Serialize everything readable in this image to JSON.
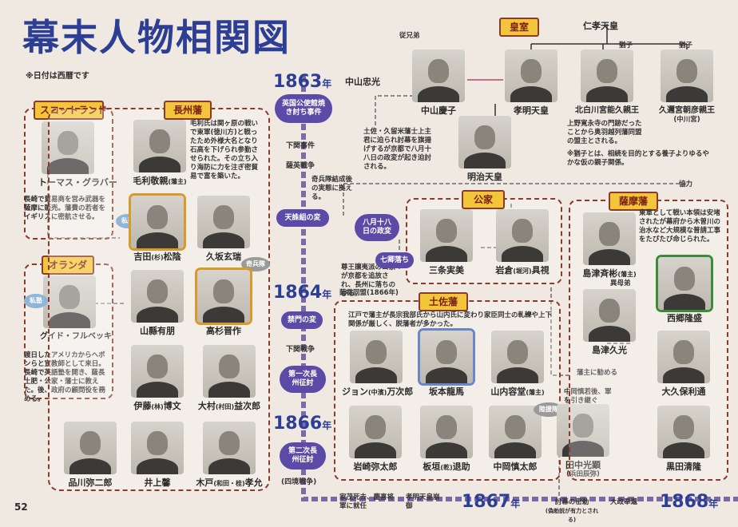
{
  "title": "幕末人物相関図",
  "note": "※日付は西暦です",
  "page_number": "52",
  "groups": {
    "scotland": "スコットランド",
    "choshu": "長州藩",
    "oranda": "オランダ",
    "imperial": "皇室",
    "kuge": "公家",
    "tosa": "土佐藩",
    "satsuma": "薩摩藩"
  },
  "people": {
    "glover": "トーマス・グラバー",
    "verbeck": "グイド・フルベッキ",
    "mori": "毛利敬親",
    "mori_sub": "(藩主)",
    "yoshida": "吉田",
    "yoshida_mid": "(杉)",
    "yoshida_end": "松陰",
    "kusaka": "久坂玄瑞",
    "yamagata": "山縣有朋",
    "takasugi": "高杉晋作",
    "ito": "伊藤",
    "ito_mid": "(林)",
    "ito_end": "博文",
    "omura": "大村",
    "omura_mid": "(村田)",
    "omura_end": "益次郎",
    "shinagawa": "品川弥二郎",
    "inoue": "井上馨",
    "kido": "木戸",
    "kido_mid": "(和田・桂)",
    "kido_end": "孝允",
    "nakayama_tadayasu": "中山忠光",
    "nakayama_yoshiko": "中山慶子",
    "komei": "孝明天皇",
    "meiji": "明治天皇",
    "kitashirakawa": "北白川宮能久親王",
    "kuninomiya": "久邇宮朝彦親王",
    "kuninomiya_sub": "(中川宮)",
    "ninko": "仁孝天皇",
    "sanjo": "三条実美",
    "iwakura": "岩倉",
    "iwakura_mid": "(堀河)",
    "iwakura_end": "具視",
    "john": "ジョン",
    "john_mid": "(中濱)",
    "john_end": "万次郎",
    "sakamoto": "坂本龍馬",
    "yamauchi": "山内容堂",
    "yamauchi_sub": "(藩主)",
    "iwasaki": "岩崎弥太郎",
    "itagaki": "板垣",
    "itagaki_mid": "(乾)",
    "itagaki_end": "退助",
    "nakaoka": "中岡慎太郎",
    "tanaka": "田中光顕",
    "tanaka_sub": "(浜田辰弥)",
    "shimazu_nariakira": "島津斉彬",
    "shimazu_sub": "(藩主)",
    "saigo": "西郷隆盛",
    "shimazu_hisamitsu": "島津久光",
    "okubo": "大久保利通",
    "kuroda": "黒田清隆"
  },
  "texts": {
    "glover_desc": "長崎で貿易商を営み武器を薩摩に販売。藩費の若者をイギリスに密航させる。",
    "verbeck_desc": "渡日したアメリカからヘボンらと宣教師として来日。長崎で英語塾を開き、薩長土肥・公家・藩士に教えた。後、政府の顧問役を務める。",
    "mori_desc": "毛利氏は関ヶ原の戦いで東軍(徳川方)と戦ったため外様大名となり石高を下げられ参勤させられた。その立ち入り海防に力を注ぎ密貿易で富を築いた。",
    "komei_note": "上野寛永寺の門跡だったことから奥羽越列藩同盟の盟主とされる。",
    "kuni_note": "※猶子とは、相続を目的とする養子よりゆるやかな仮の親子関係。",
    "tosa_desc": "江戸で藩主が長宗我部氏から山内氏に変わり家臣同士の軋轢や上下関係が厳しく、脱藩者が多かった。",
    "satsuma_desc": "東軍として戦い本領は安堵されたが幕府から木曽川の治水など大規模な普請工事をたびたび命じられた。",
    "kuge_desc": "尊王攘夷派の公家が京都を追放され、長州に落ちのびる。",
    "tosa_kubo": "土佐・久留米藩士上主君に迫られ討幕を旗揚げするが京都で八月十八日の政変が起き迫討される。",
    "kihei_note": "奇兵隊結成後の実態に拠える。",
    "tosa_domei": "薩長同盟(1866年)",
    "nakaoka_note": "中岡慎若後、軍を引き継ぐ",
    "yamauchi_note": "藩主に勧める",
    "taisei": "大政奉還",
    "tobaku": "討幕の密勅",
    "tobaku_sub": "(偽勅説が有力とされる)",
    "iemochi": "家茂死去、慶喜将軍に就任",
    "komei_death": "孝明天皇崩御",
    "cousin": "従兄弟",
    "adopt1": "猶子",
    "adopt2": "猶子",
    "kyodai": "異母弟",
    "kyoryoku": "協力",
    "shijuku1": "私塾",
    "shijuku2": "私塾",
    "kiheitai": "奇兵隊",
    "rikuentai": "陸援隊"
  },
  "timeline": {
    "y1863": "1863",
    "y1864": "1864",
    "y1866": "1866",
    "y1867": "1867",
    "y1868": "1868",
    "nen": "年",
    "ev_eikoku": "英国公使館焼き討ち事件",
    "ev_shimonoseki": "下関事件",
    "ev_satsuei": "薩英戦争",
    "ev_tenchu": "天誅組の変",
    "ev_8_18": "八月十八日の政変",
    "ev_shichikyo": "七卿落ち",
    "ev_kinmon": "禁門の変",
    "ev_shimonoseki_war": "下関戦争",
    "ev_choshu1": "第一次長州征討",
    "ev_choshu2": "第二次長州征討",
    "ev_shikyo": "(四境戦争)"
  }
}
